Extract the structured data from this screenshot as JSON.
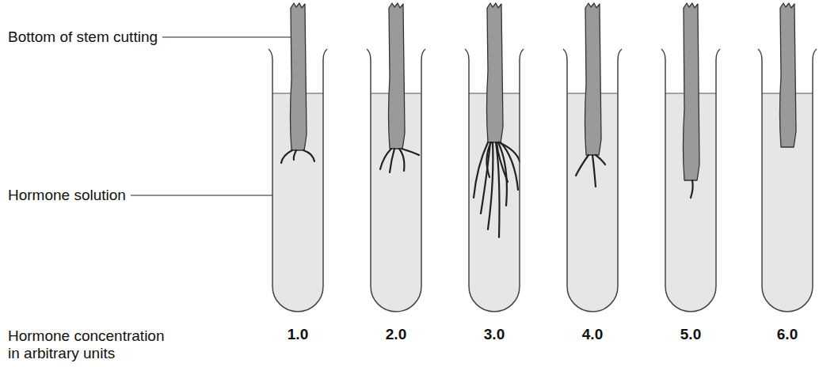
{
  "diagram": {
    "labels": [
      "Bottom of stem cutting",
      "Hormone solution",
      "Hormone concentration in arbitrary units",
      "1.0",
      "2.0",
      "3.0",
      "4.0",
      "5.0",
      "6.0"
    ]
  }
}
